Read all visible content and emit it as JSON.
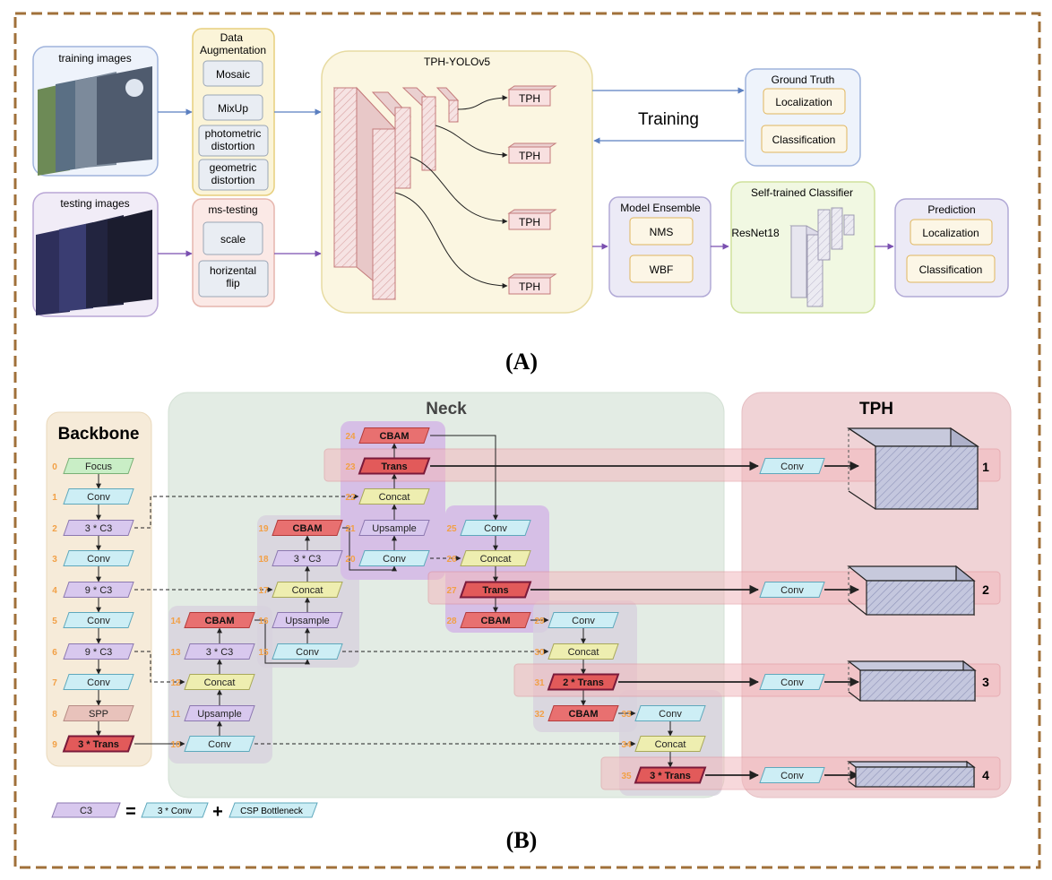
{
  "panel_a": {
    "caption": "(A)",
    "training_images": "training images",
    "testing_images": "testing images",
    "data_augmentation": {
      "title": "Data Augmentation",
      "items": [
        "Mosaic",
        "MixUp",
        "photometric distortion",
        "geometric distortion"
      ]
    },
    "ms_testing": {
      "title": "ms-testing",
      "items": [
        "scale",
        "horizental flip"
      ]
    },
    "tph_yolov5": {
      "title": "TPH-YOLOv5",
      "heads": [
        "TPH",
        "TPH",
        "TPH",
        "TPH"
      ]
    },
    "training_label": "Training",
    "ground_truth": {
      "title": "Ground Truth",
      "items": [
        "Localization",
        "Classification"
      ]
    },
    "model_ensemble": {
      "title": "Model Ensemble",
      "items": [
        "NMS",
        "WBF"
      ]
    },
    "classifier": {
      "title": "Self-trained Classifier",
      "net": "ResNet18"
    },
    "prediction": {
      "title": "Prediction",
      "items": [
        "Localization",
        "Classification"
      ]
    }
  },
  "panel_b": {
    "caption": "(B)",
    "backbone_title": "Backbone",
    "neck_title": "Neck",
    "tph_title": "TPH",
    "backbone": [
      {
        "num": "0",
        "label": "Focus"
      },
      {
        "num": "1",
        "label": "Conv"
      },
      {
        "num": "2",
        "label": "3 * C3"
      },
      {
        "num": "3",
        "label": "Conv"
      },
      {
        "num": "4",
        "label": "9 * C3"
      },
      {
        "num": "5",
        "label": "Conv"
      },
      {
        "num": "6",
        "label": "9 * C3"
      },
      {
        "num": "7",
        "label": "Conv"
      },
      {
        "num": "8",
        "label": "SPP"
      },
      {
        "num": "9",
        "label": "3 * Trans"
      }
    ],
    "neck_col1": [
      {
        "num": "14",
        "label": "CBAM"
      },
      {
        "num": "13",
        "label": "3 * C3"
      },
      {
        "num": "12",
        "label": "Concat"
      },
      {
        "num": "11",
        "label": "Upsample"
      },
      {
        "num": "10",
        "label": "Conv"
      }
    ],
    "neck_col2": [
      {
        "num": "19",
        "label": "CBAM"
      },
      {
        "num": "18",
        "label": "3 * C3"
      },
      {
        "num": "17",
        "label": "Concat"
      },
      {
        "num": "16",
        "label": "Upsample"
      },
      {
        "num": "15",
        "label": "Conv"
      }
    ],
    "neck_col3": [
      {
        "num": "24",
        "label": "CBAM"
      },
      {
        "num": "23",
        "label": "Trans"
      },
      {
        "num": "22",
        "label": "Concat"
      },
      {
        "num": "21",
        "label": "Upsample"
      },
      {
        "num": "20",
        "label": "Conv"
      }
    ],
    "neck_col4": [
      {
        "num": "25",
        "label": "Conv"
      },
      {
        "num": "26",
        "label": "Concat"
      },
      {
        "num": "27",
        "label": "Trans"
      },
      {
        "num": "28",
        "label": "CBAM"
      }
    ],
    "neck_col5": [
      {
        "num": "29",
        "label": "Conv"
      },
      {
        "num": "30",
        "label": "Concat"
      },
      {
        "num": "31",
        "label": "2 * Trans"
      },
      {
        "num": "32",
        "label": "CBAM"
      }
    ],
    "neck_col6": [
      {
        "num": "33",
        "label": "Conv"
      },
      {
        "num": "34",
        "label": "Concat"
      },
      {
        "num": "35",
        "label": "3 * Trans"
      }
    ],
    "heads": [
      {
        "num": "1",
        "label": "Conv"
      },
      {
        "num": "2",
        "label": "Conv"
      },
      {
        "num": "3",
        "label": "Conv"
      },
      {
        "num": "4",
        "label": "Conv"
      }
    ],
    "legend": {
      "c3": "C3",
      "eq": "=",
      "conv": "3 * Conv",
      "plus": "+",
      "csp": "CSP Bottleneck"
    }
  },
  "colors": {
    "frame": "#a0703a",
    "conv": "#cdeef5",
    "c3": "#d8c8ee",
    "concat": "#eeeeb0",
    "trans": "#e25a5a",
    "cbam": "#e87070",
    "spp": "#e8c2bb",
    "focus": "#c9eec6",
    "number": "#f2a046"
  }
}
